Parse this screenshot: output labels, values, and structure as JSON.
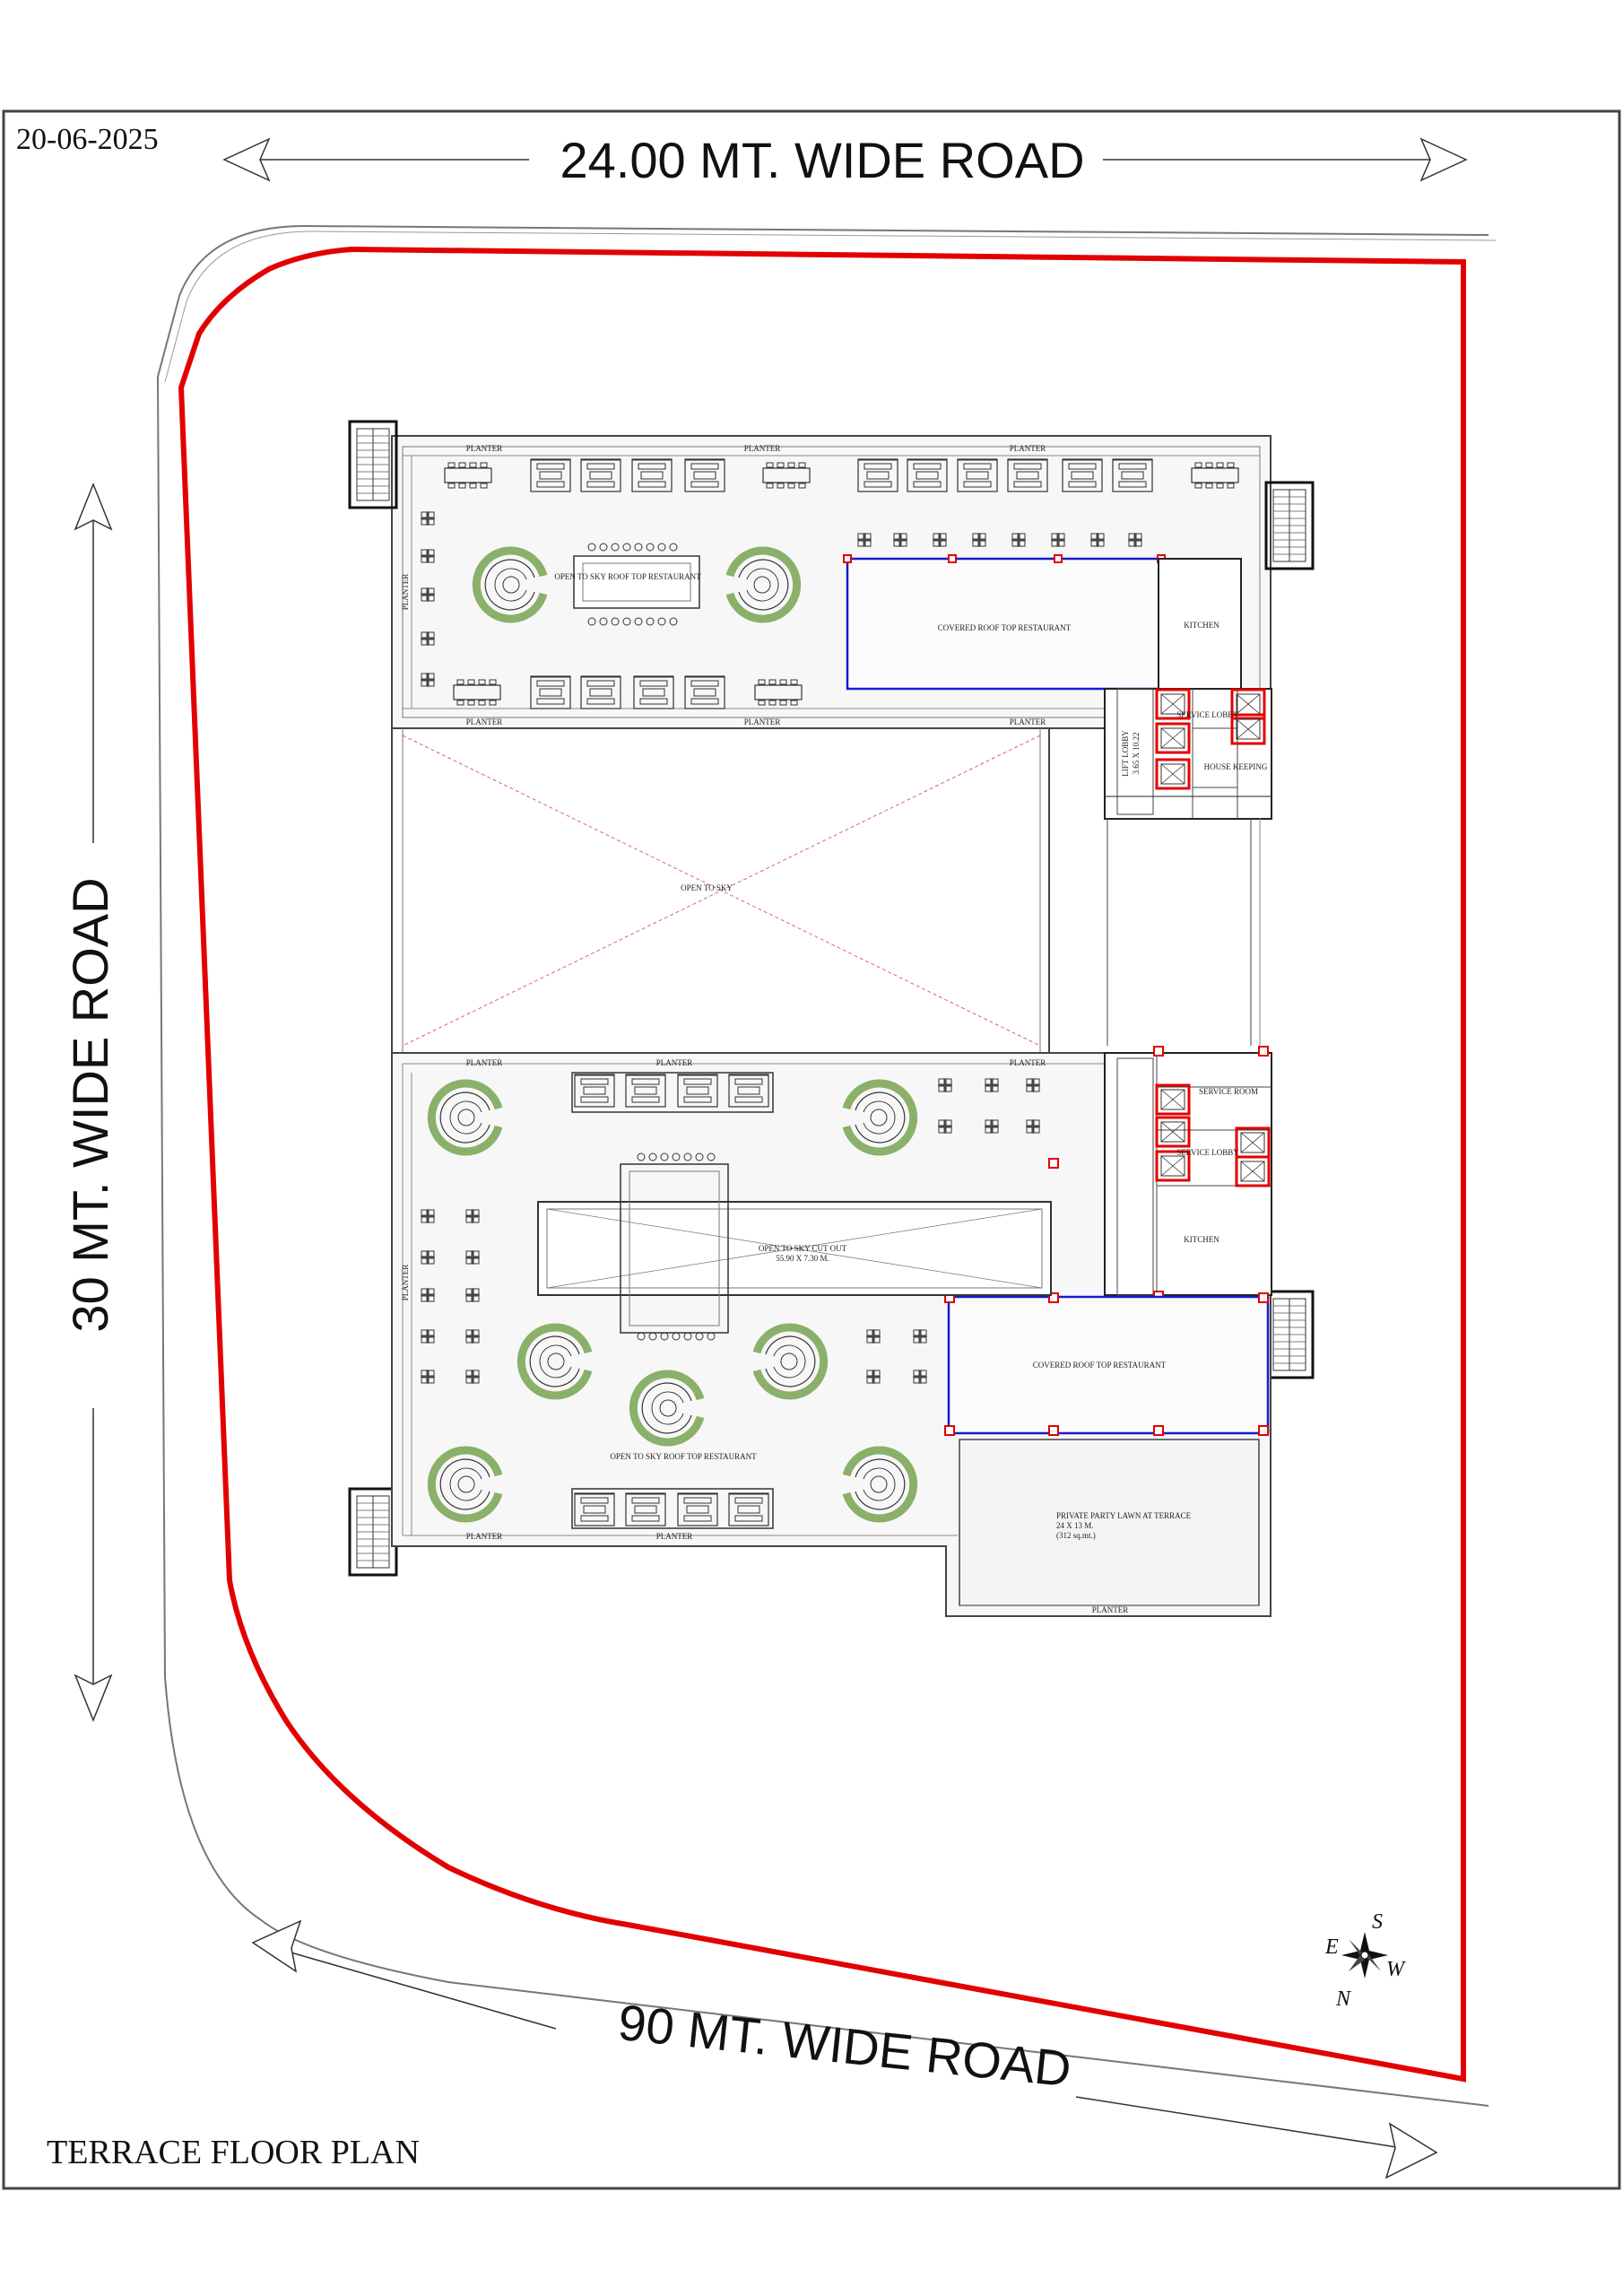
{
  "date": "20-06-2025",
  "title": "TERRACE FLOOR PLAN",
  "roads": {
    "north": "24.00 MT. WIDE ROAD",
    "west": "30 MT. WIDE ROAD",
    "south": "90 MT. WIDE ROAD"
  },
  "labels": {
    "planter": "PLANTER",
    "open_roof_restaurant": "OPEN TO SKY ROOF TOP RESTAURANT",
    "covered_restaurant": "COVERED ROOF TOP RESTAURANT",
    "kitchen": "KITCHEN",
    "service_lobby": "SERVICE LOBBY",
    "house_keeping": "HOUSE KEEPING",
    "lift_lobby": "LIFT LOBBY",
    "lift_lobby_size": "3.65 X 10.22",
    "open_to_sky": "OPEN TO SKY",
    "service_room": "SERVICE ROOM",
    "cutout": "OPEN TO SKY CUT OUT",
    "cutout_size": "55.90 X 7.30 M.",
    "lawn": "PRIVATE PARTY LAWN AT TERRACE",
    "lawn_size": "24 X 13 M.",
    "lawn_area": "(312 sq.mt.)"
  },
  "compass": {
    "s": "S",
    "e": "E",
    "w": "W",
    "n": "N"
  },
  "colors": {
    "boundary": "#e30000",
    "covered": "#1a1acc",
    "landscape": "#8ab06a",
    "line": "#333333"
  }
}
